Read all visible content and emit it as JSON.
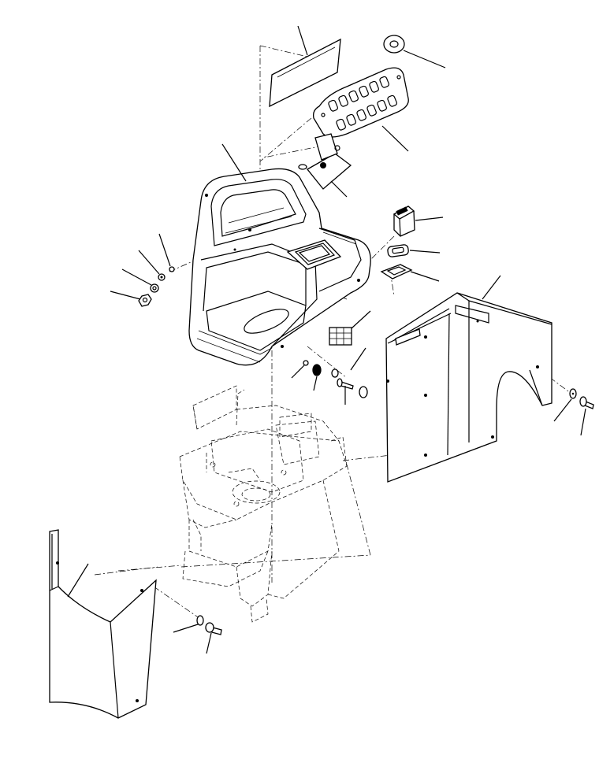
{
  "diagram": {
    "type": "exploded-parts-view",
    "background": "#ffffff",
    "line_color": "#000000",
    "parts": [
      "nameplate-decal",
      "grommet",
      "switch-panel",
      "switch-bracket",
      "console-housing",
      "rocker-switch",
      "switch-seal",
      "switch-plate",
      "right-side-cover",
      "right-bolt",
      "right-washer",
      "label-grid",
      "console-nut",
      "console-washer",
      "console-bolt",
      "left-nut-stack",
      "frame-phantom",
      "left-lower-cover",
      "lower-bolt",
      "lower-washer"
    ]
  }
}
